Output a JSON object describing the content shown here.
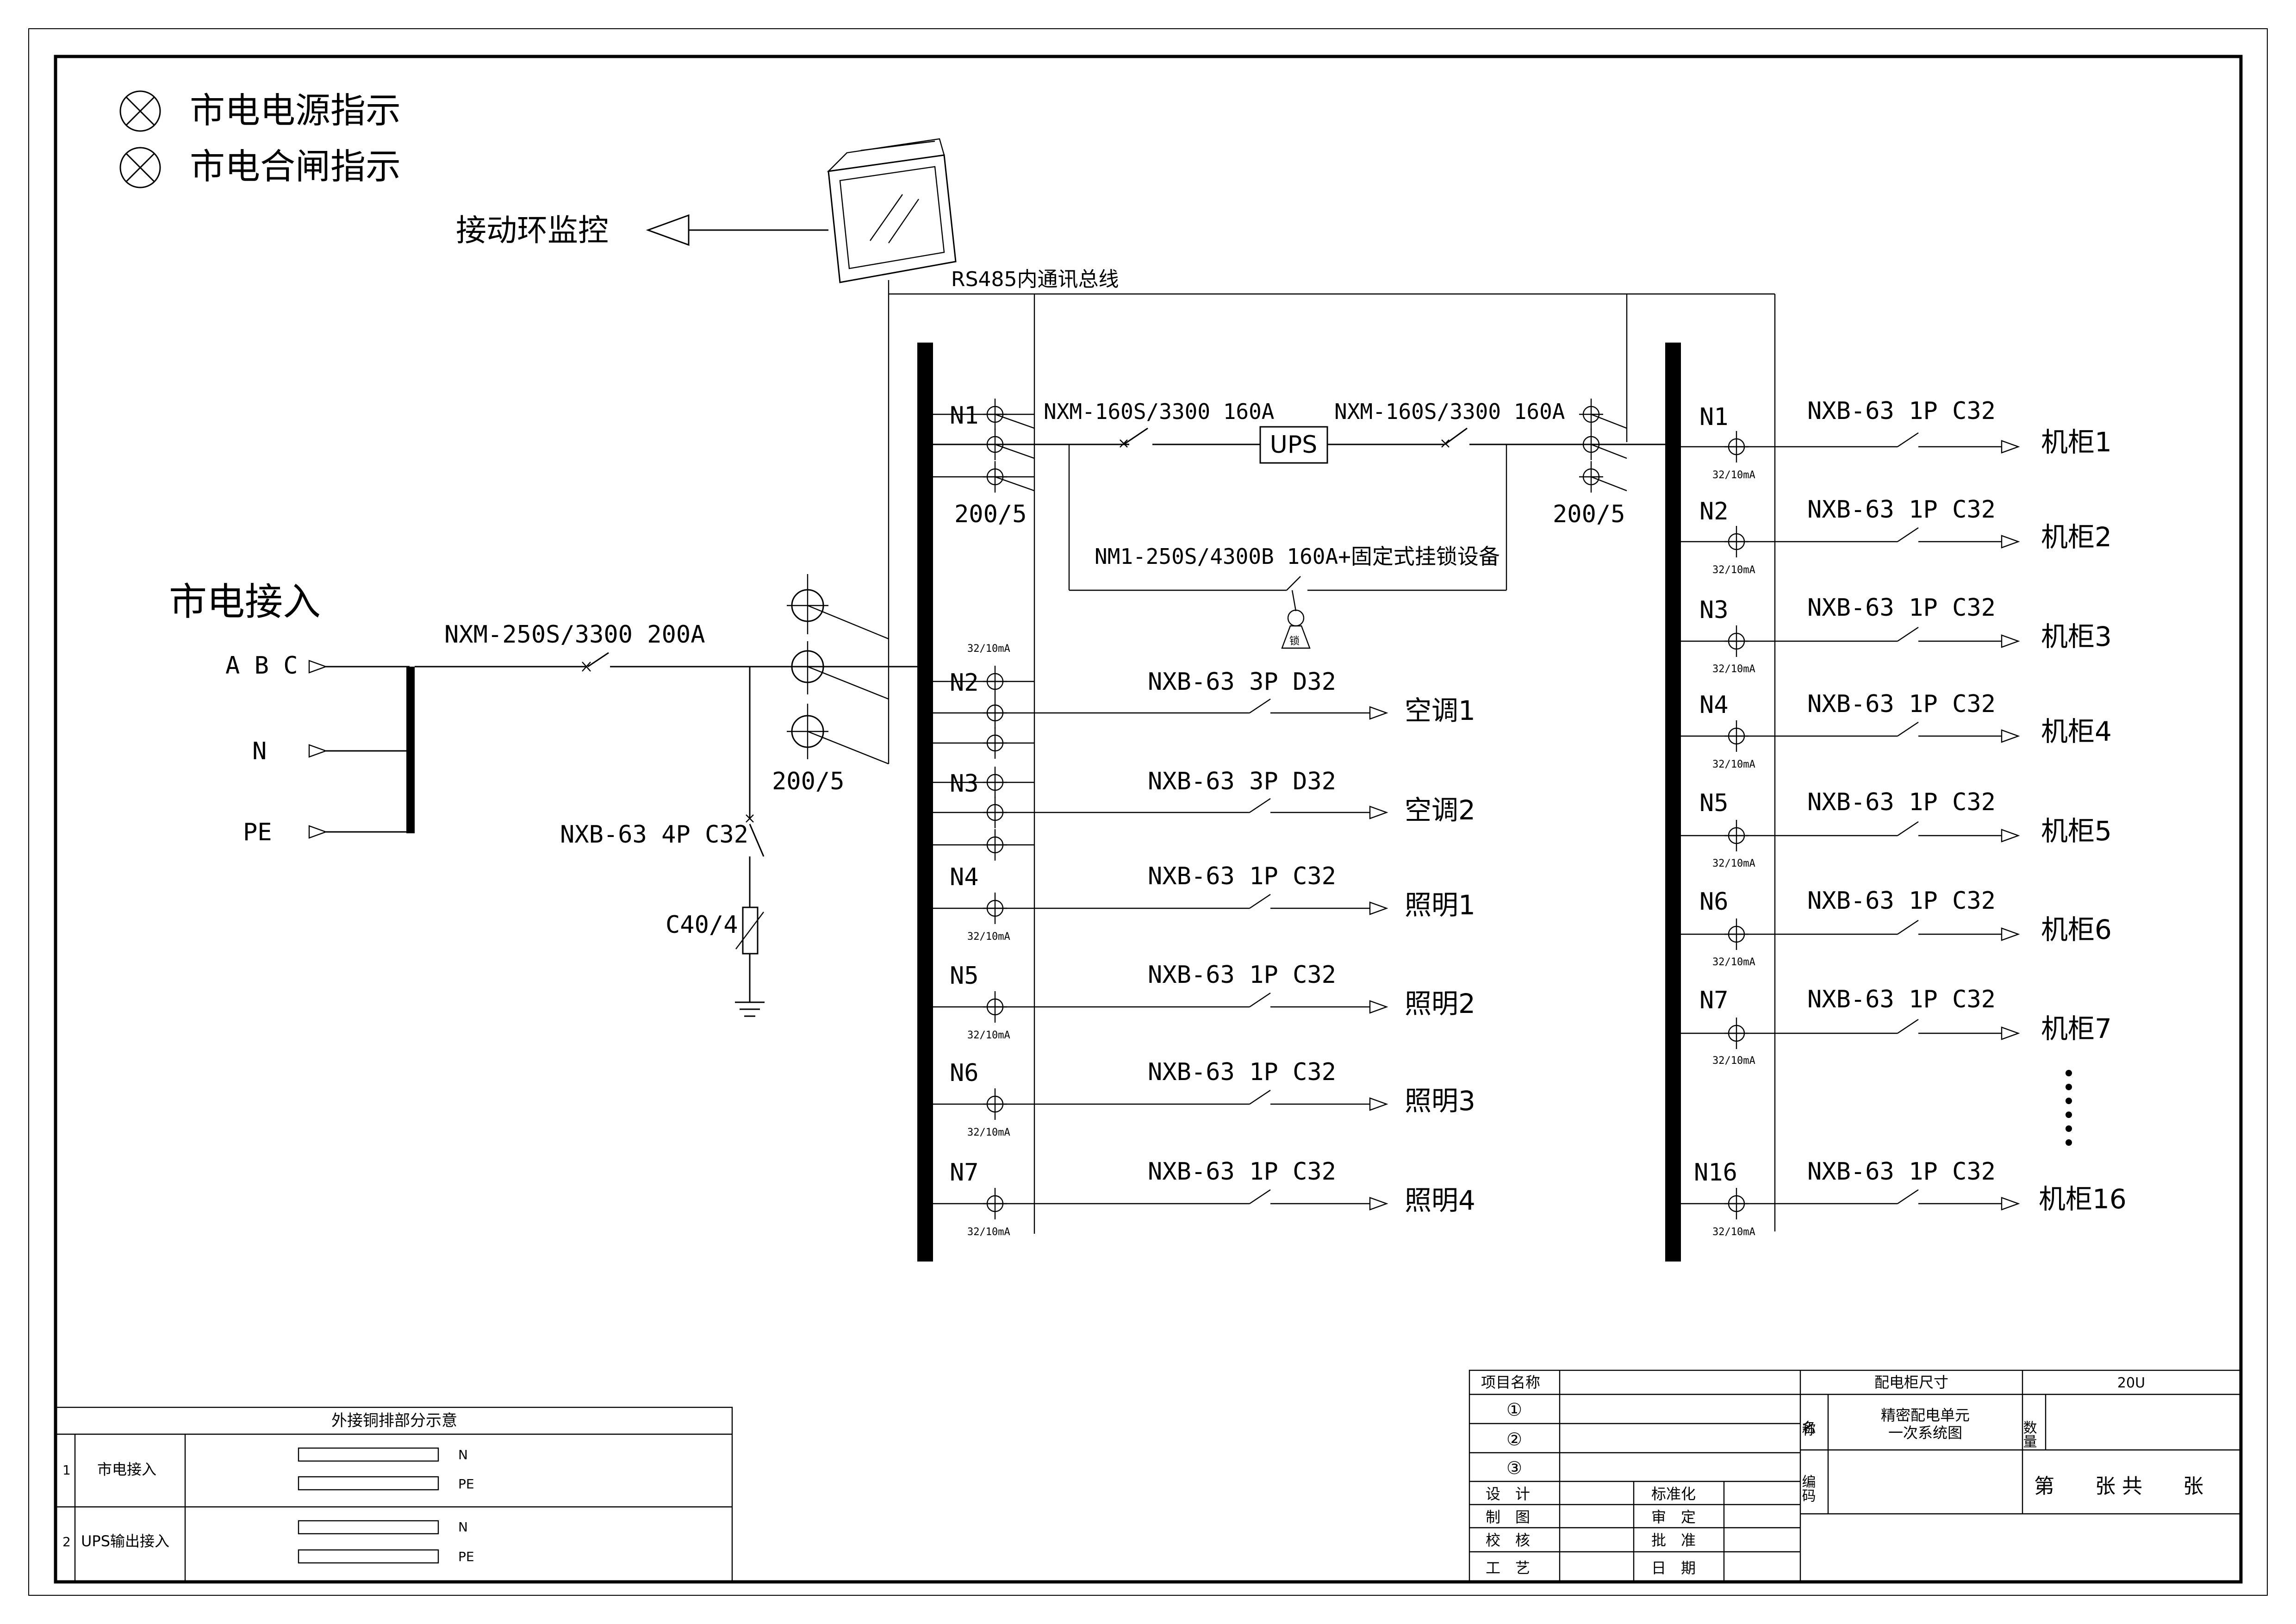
{
  "legend": {
    "item1": "市电电源指示",
    "item2": "市电合闸指示"
  },
  "monitor": {
    "label": "接动环监控",
    "bus": "RS485内通讯总线"
  },
  "mains": {
    "title": "市电接入",
    "phases": [
      "A B C",
      "N",
      "PE"
    ],
    "breaker": "NXM-250S/3300 200A",
    "ct": "200/5",
    "spd_breaker": "NXB-63 4P C32",
    "spd": "C40/4"
  },
  "ups": {
    "label": "UPS",
    "in_breaker": "NXM-160S/3300 160A",
    "out_breaker": "NXM-160S/3300 160A",
    "bypass": "NM1-250S/4300B 160A+固定式挂锁设备",
    "ct_in": "200/5",
    "ct_out": "200/5",
    "lock": "锁"
  },
  "left_feeders": [
    {
      "id": "N1",
      "breaker": "",
      "load": "",
      "rating": ""
    },
    {
      "id": "N2",
      "breaker": "NXB-63 3P D32",
      "load": "空调1",
      "rating": "32/10mA"
    },
    {
      "id": "N3",
      "breaker": "NXB-63 3P D32",
      "load": "空调2",
      "rating": ""
    },
    {
      "id": "N4",
      "breaker": "NXB-63 1P C32",
      "load": "照明1",
      "rating": "32/10mA"
    },
    {
      "id": "N5",
      "breaker": "NXB-63 1P C32",
      "load": "照明2",
      "rating": "32/10mA"
    },
    {
      "id": "N6",
      "breaker": "NXB-63 1P C32",
      "load": "照明3",
      "rating": "32/10mA"
    },
    {
      "id": "N7",
      "breaker": "NXB-63 1P C32",
      "load": "照明4",
      "rating": "32/10mA"
    }
  ],
  "right_feeders": [
    {
      "id": "N1",
      "breaker": "NXB-63 1P C32",
      "load": "机柜1",
      "rating": "32/10mA"
    },
    {
      "id": "N2",
      "breaker": "NXB-63 1P C32",
      "load": "机柜2",
      "rating": "32/10mA"
    },
    {
      "id": "N3",
      "breaker": "NXB-63 1P C32",
      "load": "机柜3",
      "rating": "32/10mA"
    },
    {
      "id": "N4",
      "breaker": "NXB-63 1P C32",
      "load": "机柜4",
      "rating": "32/10mA"
    },
    {
      "id": "N5",
      "breaker": "NXB-63 1P C32",
      "load": "机柜5",
      "rating": "32/10mA"
    },
    {
      "id": "N6",
      "breaker": "NXB-63 1P C32",
      "load": "机柜6",
      "rating": "32/10mA"
    },
    {
      "id": "N7",
      "breaker": "NXB-63 1P C32",
      "load": "机柜7",
      "rating": "32/10mA"
    },
    {
      "id": "N16",
      "breaker": "NXB-63 1P C32",
      "load": "机柜16",
      "rating": "32/10mA"
    }
  ],
  "copper_table": {
    "title": "外接铜排部分示意",
    "rows": [
      {
        "no": "1",
        "name": "市电接入",
        "a": "N",
        "b": "PE"
      },
      {
        "no": "2",
        "name": "UPS输出接入",
        "a": "N",
        "b": "PE"
      }
    ]
  },
  "title_block": {
    "project_label": "项目名称",
    "circles": [
      "①",
      "②",
      "③"
    ],
    "size_label": "配电柜尺寸",
    "size_value": "20U",
    "name_label": "名称",
    "name_value_1": "精密配电单元",
    "name_value_2": "一次系统图",
    "qty_label": "数量",
    "code_label": "编码",
    "sheet": "第　　张 共　　张",
    "sign_left": [
      "设　计",
      "制　图",
      "校　核",
      "工　艺"
    ],
    "sign_right": [
      "标准化",
      "审　定",
      "批　准",
      "日　期"
    ]
  }
}
